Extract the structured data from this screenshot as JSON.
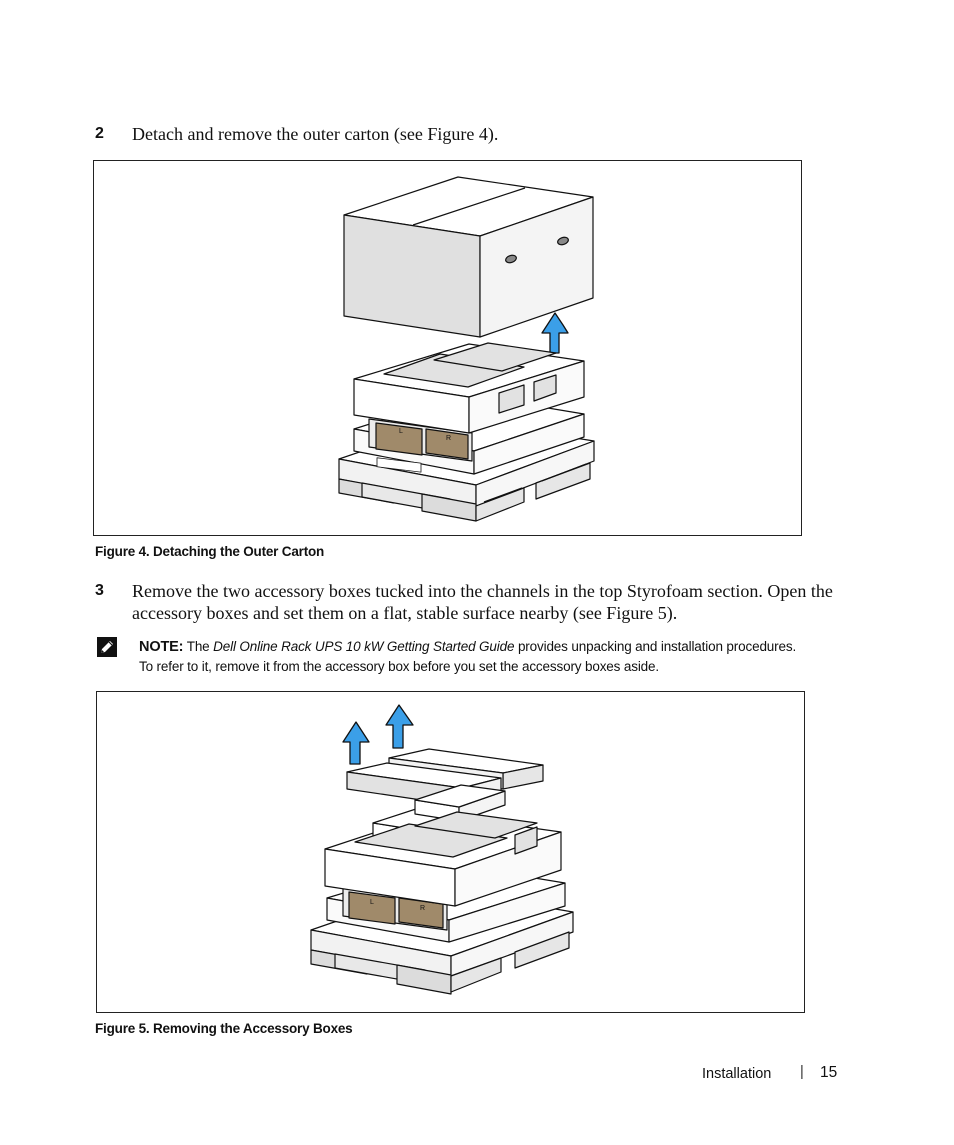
{
  "step2": {
    "number": "2",
    "text": "Detach and remove the outer carton (see Figure 4)."
  },
  "figure4": {
    "caption": "Figure 4. Detaching the Outer Carton",
    "labels": {
      "left": "L",
      "right": "R"
    }
  },
  "step3": {
    "number": "3",
    "line1": "Remove the two accessory boxes tucked into the channels in the top Styrofoam section. Open the",
    "line2": "accessory boxes and set them on a flat, stable surface nearby (see Figure 5)."
  },
  "note": {
    "label": "NOTE:",
    "pre": "The",
    "guide_title": "Dell Online Rack UPS 10 kW Getting Started Guide",
    "post": "provides unpacking and installation procedures.",
    "line2": "To refer to it, remove it from the accessory box before you set the accessory boxes aside."
  },
  "figure5": {
    "caption": "Figure 5. Removing the Accessory Boxes",
    "labels": {
      "left": "L",
      "right": "R"
    }
  },
  "footer": {
    "section": "Installation",
    "separator": "|",
    "page_number": "15"
  },
  "colors": {
    "arrow": "#3b9fe8",
    "arrow_stroke": "#111111",
    "gray_face": "#e2e2e2",
    "panel": "#a08a6a"
  }
}
